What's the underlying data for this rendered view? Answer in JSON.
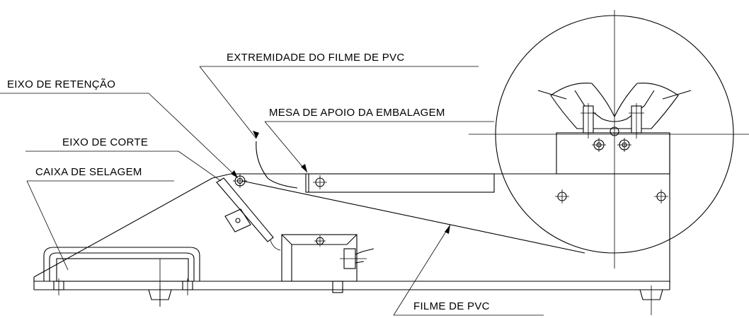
{
  "labels": {
    "extremidade": "EXTREMIDADE DO FILME DE PVC",
    "eixo_retencao": "EIXO DE RETENÇÃO",
    "mesa_apoio": "MESA DE APOIO DA EMBALAGEM",
    "eixo_corte": "EIXO DE CORTE",
    "caixa_selagem": "CAIXA DE SELAGEM",
    "filme_pvc": "FILME DE PVC"
  }
}
